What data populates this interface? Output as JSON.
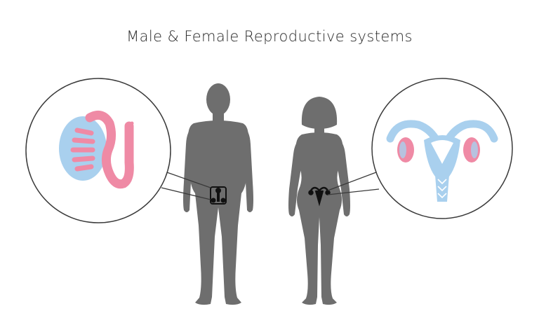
{
  "title": "Male & Female Reproductive systems",
  "colors": {
    "silhouette": "#6e6e6e",
    "organ_blue": "#a9d0ee",
    "organ_pink": "#ef8aa5",
    "lines": "#3a3a3a",
    "background": "#ffffff"
  },
  "icons": {
    "male": "male-silhouette",
    "female": "female-silhouette",
    "testis": "testis-epididymis-illustration",
    "uterus": "uterus-ovaries-illustration"
  }
}
